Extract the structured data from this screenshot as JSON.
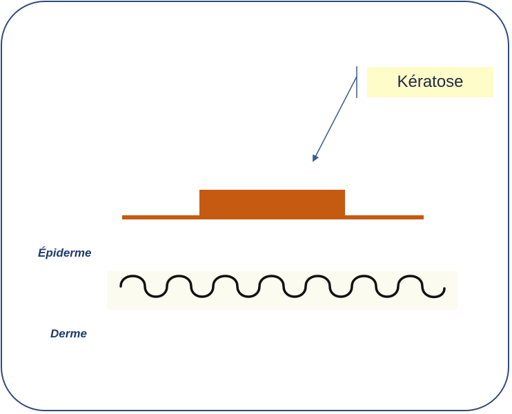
{
  "callout": {
    "label": "Kératose"
  },
  "layers": {
    "epidermis_label": "Épiderme",
    "dermis_label": "Derme"
  },
  "colors": {
    "frame_border": "#2f4a7a",
    "lesion": "#c55a11",
    "callout_background": "#fefcc8",
    "label_text": "#1f3a6b",
    "wave": "#111111"
  }
}
